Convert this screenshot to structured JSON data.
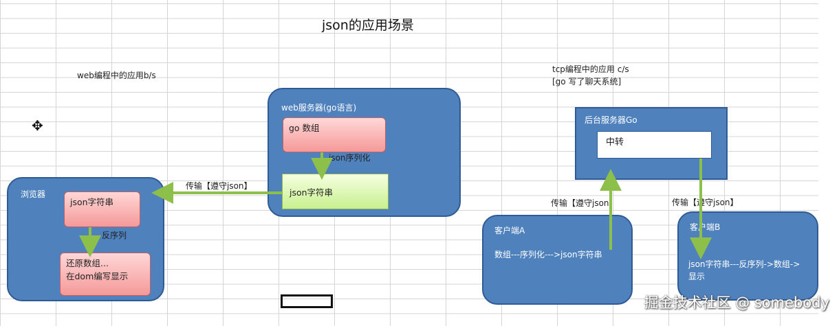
{
  "title": "json的应用场景",
  "left_section": {
    "heading": "web编程中的应用b/s"
  },
  "right_section": {
    "heading_line1": "tcp编程中的应用   c/s",
    "heading_line2": "[go 写了聊天系统]"
  },
  "web_server": {
    "label": "web服务器(go语言)",
    "go_data": "go 数组",
    "serialize_label": "json序列化",
    "json_string": "json字符串"
  },
  "transfer_label": "传输【遵守json】",
  "browser": {
    "label": "浏览器",
    "json_string": "json字符串",
    "deserialize_label": "反序列",
    "restore_line1": "还原数组...",
    "restore_line2": "在dom编写显示"
  },
  "backend_server": {
    "label": "后台服务器Go",
    "relay": "中转"
  },
  "client_a": {
    "label": "客户端A",
    "text": "数组---序列化--->json字符串"
  },
  "client_b": {
    "label": "客户端B",
    "text": "json字符串---反序列->数组->显示"
  },
  "transfer_a": "传输【遵守json】",
  "transfer_b": "传输【遵守json】",
  "watermark": "掘金技术社区 @ somebody",
  "icons": {
    "cursor": "plus-cursor-icon",
    "arrow_color": "#8dc04a",
    "box_color": "#4f81bd"
  }
}
